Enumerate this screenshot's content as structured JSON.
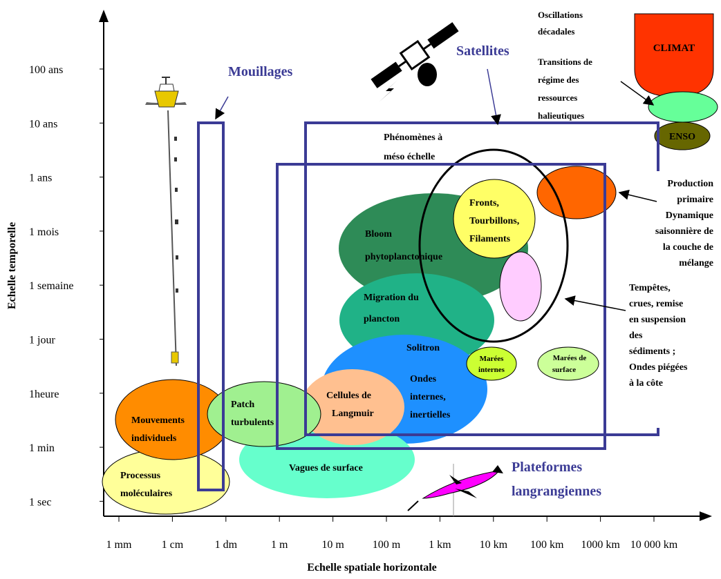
{
  "axes": {
    "x_title": "Echelle spatiale horizontale",
    "y_title": "Echelle temporelle",
    "x_ticks": [
      "1 mm",
      "1 cm",
      "1 dm",
      "1 m",
      "10 m",
      "100 m",
      "1 km",
      "10 km",
      "100 km",
      "1000 km",
      "10 000 km"
    ],
    "y_ticks": [
      "100 ans",
      "10 ans",
      "1 ans",
      "1 mois",
      "1 semaine",
      "1 jour",
      "1heure",
      "1 min",
      "1 sec"
    ]
  },
  "platforms": {
    "mouillages": "Mouillages",
    "satellites": "Satellites",
    "plateformes_1": "Plateformes",
    "plateformes_2": "langrangiennes"
  },
  "processes": {
    "processus_1": "Processus",
    "processus_2": "moléculaires",
    "mouvements_1": "Mouvements",
    "mouvements_2": "individuels",
    "patch_1": "Patch",
    "patch_2": "turbulents",
    "vagues": "Vagues de surface",
    "cellules_1": "Cellules de",
    "cellules_2": "Langmuir",
    "solitron": "Solitron",
    "ondes_1": "Ondes",
    "ondes_2": "internes,",
    "ondes_3": "inertielles",
    "migration_1": "Migration du",
    "migration_2": "plancton",
    "bloom_1": "Bloom",
    "bloom_2": "phytoplanctonique",
    "fronts_1": "Fronts,",
    "fronts_2": "Tourbillons,",
    "fronts_3": "Filaments",
    "marees_int_1": "Marées",
    "marees_int_2": "internes",
    "marees_surf_1": "Marées de",
    "marees_surf_2": "surface",
    "meso_1": "Phénomènes à",
    "meso_2": "méso échelle",
    "climat": "CLIMAT",
    "enso": "ENSO"
  },
  "annotations": {
    "oscillations_1": "Oscillations",
    "oscillations_2": "décadales",
    "transitions_1": "Transitions de",
    "transitions_2": "régime des",
    "transitions_3": "ressources",
    "transitions_4": "halieutiques",
    "production_1": "Production",
    "production_2": "primaire",
    "production_3": "Dynamique",
    "production_4": "saisonnière de",
    "production_5": "la couche de",
    "production_6": "mélange",
    "tempetes_1": "Tempêtes,",
    "tempetes_2": "crues, remise",
    "tempetes_3": "en suspension",
    "tempetes_4": "des",
    "tempetes_5": "sédiments ;",
    "tempetes_6": "Ondes piégées",
    "tempetes_7": "à la côte"
  },
  "colors": {
    "platform_box": "#3b3b95",
    "climat": "#ff3300",
    "enso": "#666600",
    "bloom": "#2e8b57",
    "migration": "#20b287",
    "solitron": "#1e90ff",
    "cellules": "#ffc090",
    "patch": "#a0f090",
    "vagues": "#66ffcc",
    "mouvements": "#ff8c00",
    "processus": "#ffff99",
    "fronts": "#ffff66",
    "production": "#ff6600",
    "pink": "#ffccff",
    "marees_int": "#ccff33",
    "marees_surf": "#ccff99",
    "transitions": "#66ff99"
  },
  "icons": [
    "buoy-mooring-icon",
    "satellite-icon",
    "lagrangian-float-icon"
  ]
}
